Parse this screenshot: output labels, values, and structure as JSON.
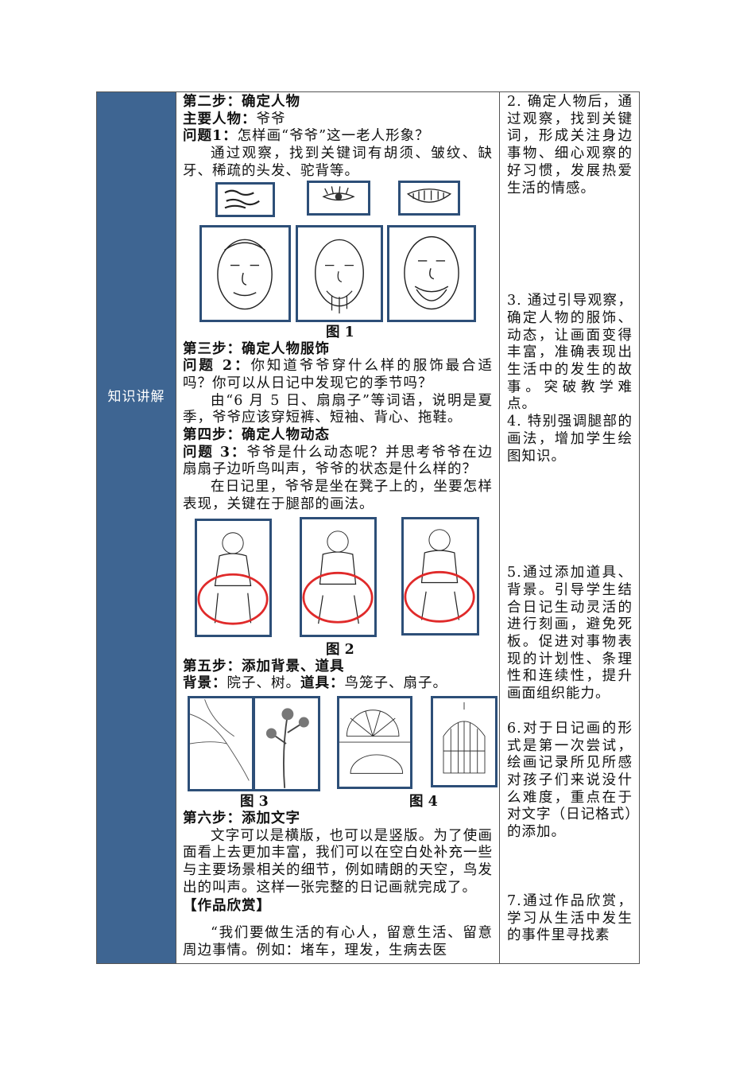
{
  "section_label": "知识讲解",
  "content": {
    "step2_title": "第二步：确定人物",
    "main_char_label": "主要人物：",
    "main_char_value": "爷爷",
    "q1_label": "问题1：",
    "q1_text": "怎样画“爷爷”这一老人形象？",
    "q1_answer": "通过观察，找到关键词有胡须、皱纹、缺牙、稀疏的头发、驼背等。",
    "fig1_caption": "图 1",
    "step3_title": "第三步：确定人物服饰",
    "q2_label": "问题 2：",
    "q2_text": "你知道爷爷穿什么样的服饰最合适吗？你可以从日记中发现它的季节吗？",
    "q2_answer": "由“6 月 5 日、扇扇子”等词语，说明是夏季，爷爷应该穿短裤、短袖、背心、拖鞋。",
    "step4_title": "第四步：确定人物动态",
    "q3_label": "问题 3：",
    "q3_text": "爷爷是什么动态呢？并思考爷爷在边扇扇子边听鸟叫声，爷爷的状态是什么样的？",
    "q3_answer": "在日记里，爷爷是坐在凳子上的，坐要怎样表现，关键在于腿部的画法。",
    "fig2_caption": "图 2",
    "step5_title": "第五步：添加背景、道具",
    "bg_label": "背景：",
    "bg_value": "院子、树。",
    "props_label": "道具：",
    "props_value": "鸟笼子、扇子。",
    "fig3_caption": "图 3",
    "fig4_caption": "图 4",
    "step6_title": "第六步：添加文字",
    "step6_text": "文字可以是横版，也可以是竖版。为了使画面看上去更加丰富，我们可以在空白处补充一些与主要场景相关的细节，例如晴朗的天空，鸟发出的叫声。这样一张完整的日记画就完成了。",
    "appreciation_title": "【作品欣赏】",
    "appreciation_text": "“我们要做生活的有心人，留意生活、留意周边事情。例如：堵车，理发，生病去医"
  },
  "notes": [
    "2. 确定人物后，通过观察，找到关键词，形成关注身边事物、细心观察的好习惯，发展热爱生活的情感。",
    "3. 通过引导观察，确定人物的服饰、动态，让画面变得丰富，准确表现出生活中的发生的故事。突破教学难点。",
    "4. 特别强调腿部的画法，增加学生绘图知识。",
    "5.通过添加道具、背景。引导学生结合日记生动灵活的进行刻画，避免死板。促进对事物表现的计划性、条理性和连续性，提升画面组织能力。",
    "6.对于日记画的形式是第一次尝试，绘画记录所见所感对孩子们来说没什么难度，重点在于对文字（日记格式）的添加。",
    "7.通过作品欣赏，学习从生活中发生的事件里寻找素"
  ],
  "colors": {
    "label_bg": "#3e6592",
    "frame": "#2d4f78",
    "highlight_circle": "#e02a2a"
  }
}
